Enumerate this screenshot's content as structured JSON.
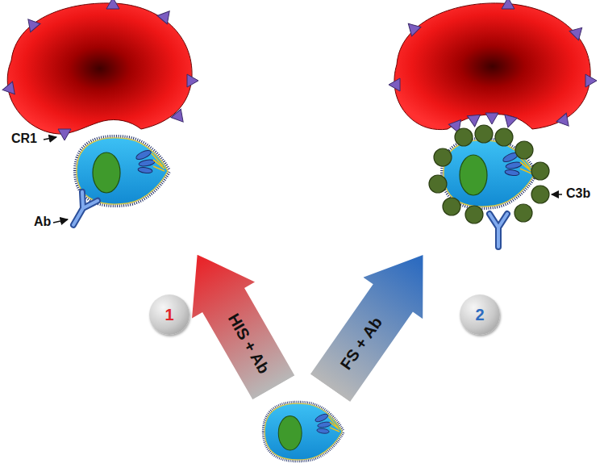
{
  "diagram": {
    "nodes": [
      {
        "text": [
          "1"
        ]
      },
      {
        "text": [
          "HIS + Ab"
        ]
      },
      {
        "text": [
          "FS + Ab"
        ]
      },
      {
        "text": [
          "2"
        ]
      }
    ],
    "labels": [
      "CR1",
      "Ab",
      "C3b"
    ]
  }
}
